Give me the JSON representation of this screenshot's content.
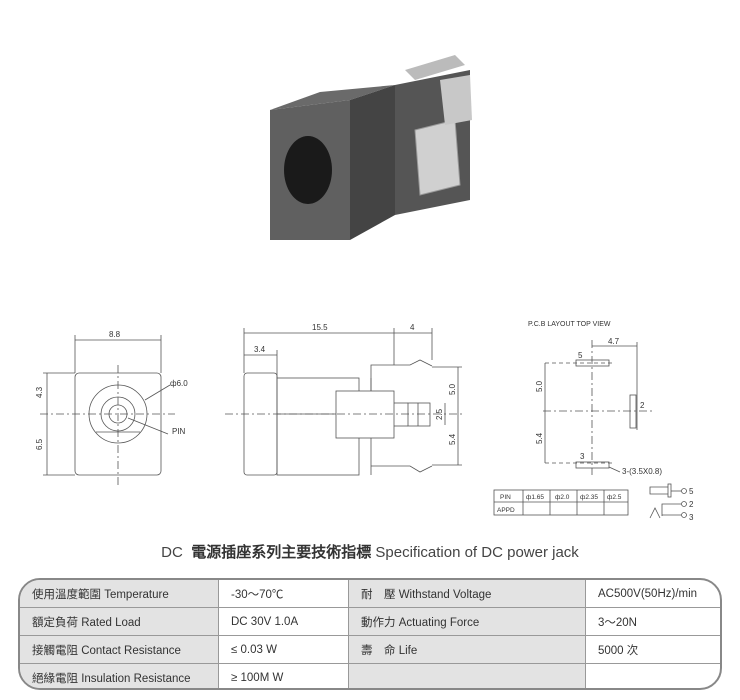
{
  "drawing": {
    "front": {
      "width": "8.8",
      "diameter": "ф6.0",
      "pin": "PIN",
      "upper": "4.3",
      "lower": "6.5"
    },
    "side": {
      "length": "15.5",
      "rear": "4",
      "flange": "3.4",
      "upper": "5.0",
      "pin": "2.5",
      "lower": "5.4"
    },
    "pcb": {
      "heading": "P.C.B LAYOUT    TOP VIEW",
      "pitch": "4.7",
      "upper": "5.0",
      "lower": "5.4",
      "pin5": "5",
      "pin2": "2",
      "pin3": "3",
      "pad": "3-(3.5X0.8)"
    },
    "pin_table": {
      "row1": [
        "PIN",
        "ф1.65",
        "ф2.0",
        "ф2.35",
        "ф2.5"
      ],
      "row2": [
        "APPD",
        "",
        "",
        "",
        ""
      ]
    },
    "schematic": {
      "p5": "5",
      "p2": "2",
      "p3": "3"
    }
  },
  "title": {
    "prefix": "DC",
    "zh": "電源插座系列主要技術指標",
    "en": "Specification of DC power jack"
  },
  "spec": [
    [
      "使用溫度範圍 Temperature",
      "-30～70℃",
      "耐　壓 Withstand Voltage",
      "AC500V(50Hz)/min"
    ],
    [
      "額定負荷 Rated Load",
      "DC 30V 1.0A",
      "動作力 Actuating Force",
      "3～20N"
    ],
    [
      "接觸電阻 Contact Resistance",
      "≤ 0.03 W",
      "壽　命 Life",
      "5000 次"
    ],
    [
      "絕緣電阻 Insulation Resistance",
      "≥ 100M W",
      "",
      ""
    ]
  ]
}
